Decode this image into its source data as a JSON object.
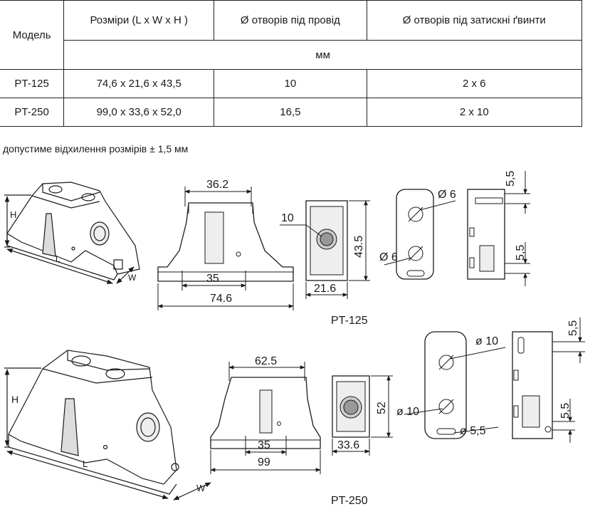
{
  "table": {
    "col_model": "Модель",
    "col_dims": "Розміри (L x W x H )",
    "col_wire": "Ø отворів під провід",
    "col_screw": "Ø отворів під затискні ґвинти",
    "unit": "мм",
    "rows": [
      {
        "model": "PT-125",
        "dims": "74,6 x 21,6 x 43,5",
        "wire": "10",
        "screw": "2 x 6"
      },
      {
        "model": "PT-250",
        "dims": "99,0 x 33,6 x 52,0",
        "wire": "16,5",
        "screw": "2 x 10"
      }
    ]
  },
  "tolerance": "допустиме відхилення розмірів ± 1,5 мм",
  "pt125": {
    "caption": "PT-125",
    "top_width": "36.2",
    "inner_width": "35",
    "length": "74.6",
    "hole_dia": "10",
    "height": "43.5",
    "width": "21.6",
    "screw_top": "Ø 6",
    "screw_bottom": "Ø 6",
    "gap_top": "5,5",
    "gap_bottom": "5,5"
  },
  "pt250": {
    "caption": "PT-250",
    "top_width": "62.5",
    "inner_width": "35",
    "length": "99",
    "height": "52",
    "width": "33.6",
    "screw_top": "ø 10",
    "screw_left": "ø 10",
    "screw_bottom": "ø 5,5",
    "gap_top": "5,5",
    "gap_bottom": "5,5"
  },
  "iso_labels": {
    "h": "H",
    "l": "L",
    "w": "W"
  }
}
